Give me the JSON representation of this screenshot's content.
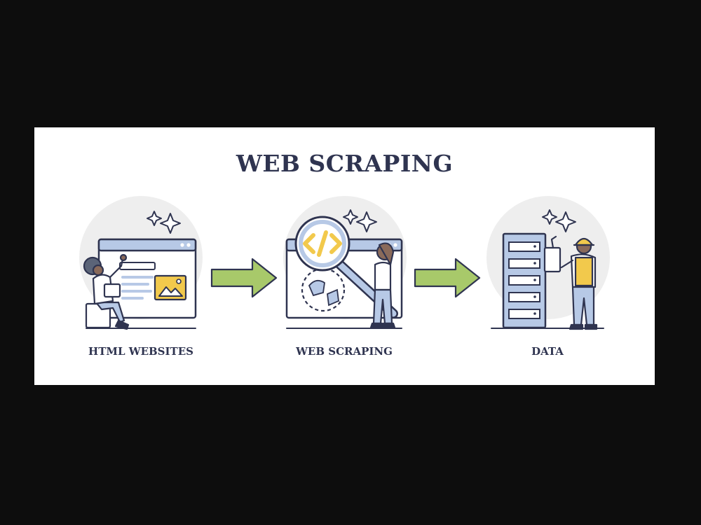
{
  "title": "WEB SCRAPING",
  "steps": [
    {
      "label": "HTML WEBSITES",
      "icon": "browser-window-icon"
    },
    {
      "label": "WEB SCRAPING",
      "icon": "magnifier-code-icon"
    },
    {
      "label": "DATA",
      "icon": "server-rack-icon"
    }
  ],
  "colors": {
    "title": "#2f3450",
    "outline": "#2f3450",
    "arrow": "#a8c96a",
    "accent_yellow": "#f2c94c",
    "light_blue": "#b7c9e6",
    "circle_bg": "#eeeeee",
    "background": "#0d0d0d",
    "card": "#ffffff"
  }
}
